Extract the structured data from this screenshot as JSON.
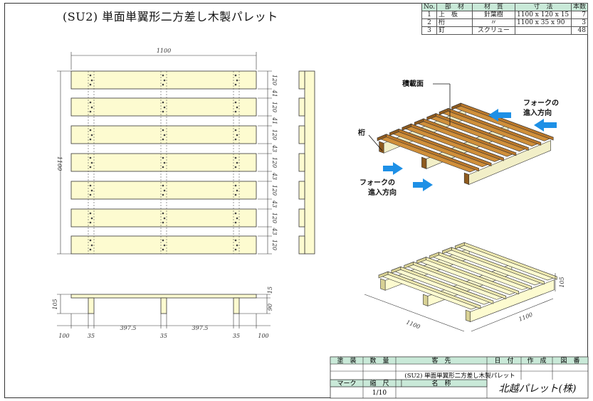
{
  "title": "(SU2) 単面単翼形二方差し木製パレット",
  "parts_table": {
    "headers": [
      "No.",
      "部　材",
      "材　質",
      "寸　法",
      "本数"
    ],
    "rows": [
      [
        "1",
        "上　板",
        "針葉樹",
        "1100 x 120 x  15",
        "7"
      ],
      [
        "2",
        "桁",
        "〃",
        "1100 x  35 x  90",
        "3"
      ],
      [
        "3",
        "釘",
        "スクリュー",
        "",
        "48"
      ]
    ]
  },
  "top_view": {
    "width_label": "1100",
    "length_label": "1100",
    "right_dims": [
      "120",
      "41",
      "120",
      "41",
      "120",
      "43",
      "120",
      "43",
      "120",
      "43",
      "120",
      "43",
      "120"
    ]
  },
  "side_view": {
    "height_label": "105",
    "right_dims": [
      "15",
      "90"
    ],
    "bottom_dims": [
      "100",
      "35",
      "397.5",
      "35",
      "397.5",
      "35",
      "100"
    ]
  },
  "labels": {
    "deck": "積載面",
    "stringer": "桁",
    "fork_top_1": "フォークの",
    "fork_top_2": "進入方向",
    "fork_left_1": "フォークの",
    "fork_left_2": "進入方向"
  },
  "iso_bottom": {
    "dim_x": "1100",
    "dim_y": "1100",
    "dim_h": "105"
  },
  "title_block": {
    "row1": [
      "塗　装",
      "数　量",
      "客　先",
      "日　付",
      "作　成",
      "図　番"
    ],
    "customer": "(SU2) 単面単翼形二方差し木製パレット",
    "row3": [
      "マーク",
      "縮　尺",
      "名　称"
    ],
    "scale": "1/10",
    "company": "北越パレット(株)"
  },
  "colors": {
    "wood": "#fdfbd0",
    "wood_3d": "#c98a2f",
    "arrow": "#1e90e6",
    "table_header": "#c9e9d8"
  }
}
